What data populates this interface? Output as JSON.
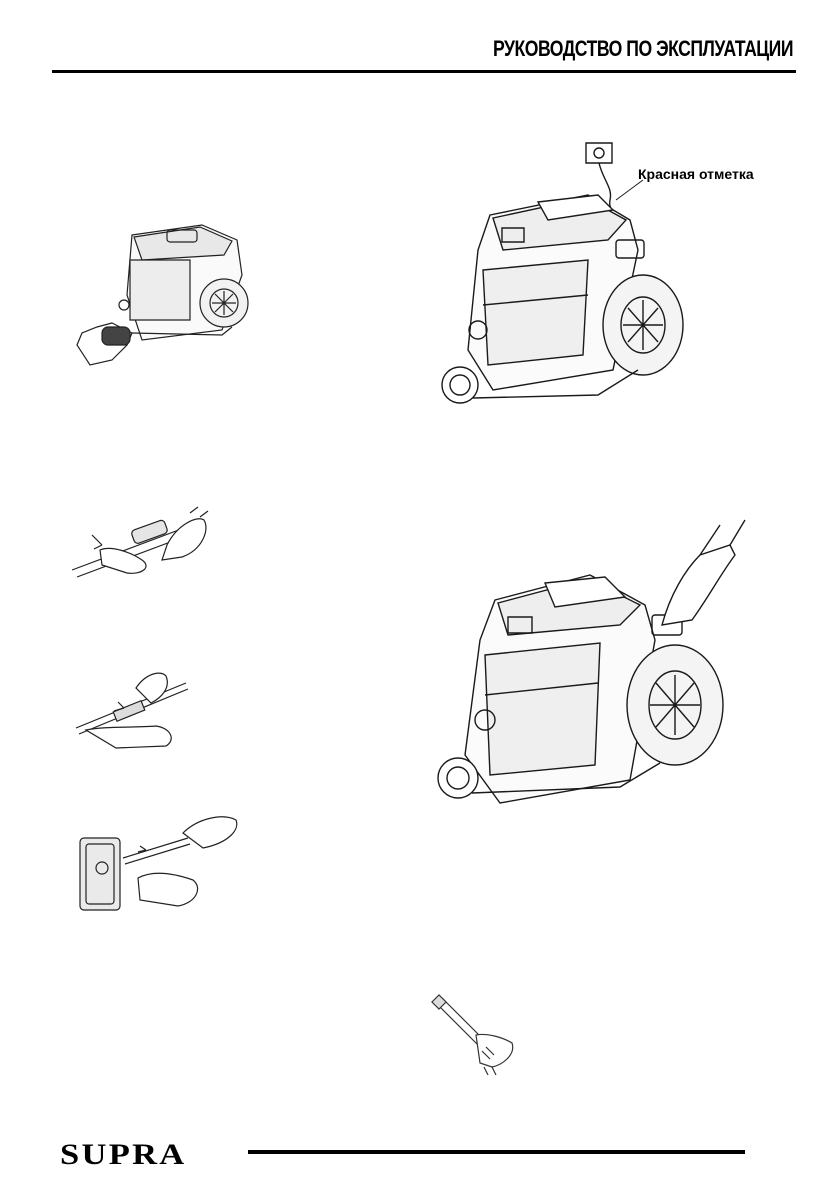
{
  "header": {
    "title": "РУКОВОДСТВО ПО ЭКСПЛУАТАЦИИ"
  },
  "figures": {
    "plug_diagram": {
      "callout_label": "Красная отметка"
    }
  },
  "footer": {
    "brand": "SUPRA"
  }
}
